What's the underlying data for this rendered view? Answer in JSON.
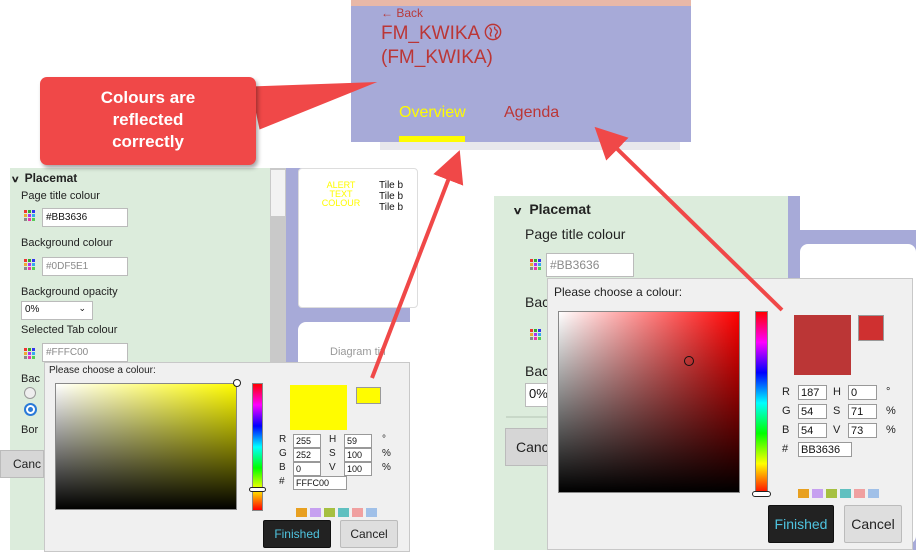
{
  "header": {
    "back_label": "← Back",
    "title_line1": "FM_KWIKA",
    "title_line2": "(FM_KWIKA)",
    "globe_icon": "globe-icon",
    "tabs": [
      {
        "label": "Overview",
        "selected": true,
        "color": "#FFFC00"
      },
      {
        "label": "Agenda",
        "selected": false,
        "color": "#BB3636"
      }
    ],
    "background_color": "#A7AAD8"
  },
  "callout": {
    "line1": "Colours are",
    "line2": "reflected",
    "line3": "correctly"
  },
  "left_panel": {
    "section_title": "Placemat",
    "page_title_label": "Page title colour",
    "page_title_value": "#BB3636",
    "background_label": "Background colour",
    "background_value": "#0DF5E1",
    "opacity_label": "Background opacity",
    "opacity_value": "0%",
    "selected_tab_label": "Selected Tab colour",
    "selected_tab_value": "#FFFC00",
    "partial_label_1": "Bac",
    "partial_label_2": "Bor",
    "cancel_partial": "Canc",
    "preview_alert_line1": "ALERT",
    "preview_alert_line2": "TEXT",
    "preview_alert_line3": "COLOUR",
    "preview_tile_1": "Tile b",
    "preview_tile_2": "Tile b",
    "preview_tile_3": "Tile b",
    "diagram_title_partial": "Diagram titl"
  },
  "left_picker": {
    "prompt": "Please choose a colour:",
    "r": "255",
    "g": "252",
    "b": "0",
    "h": "59",
    "s": "100",
    "v": "100",
    "hex": "FFFC00",
    "r_label": "R",
    "g_label": "G",
    "b_label": "B",
    "h_label": "H",
    "s_label": "S",
    "v_label": "V",
    "hash_label": "#",
    "deg_unit": "°",
    "pct_unit": "%",
    "finished_label": "Finished",
    "cancel_label": "Cancel",
    "current_color": "#FFFC00",
    "hue_color": "#FFFC00",
    "presets": [
      "#E8A020",
      "#C6A0F0",
      "#A6C040",
      "#60C0C0",
      "#F0A0A0",
      "#A0C0E8"
    ]
  },
  "right_panel": {
    "section_title": "Placemat",
    "page_title_label": "Page title colour",
    "page_title_value": "#BB3636",
    "partial_label_1": "Bac",
    "partial_label_2": "Bac",
    "opacity_partial": "0%",
    "cancel_partial": "Canc"
  },
  "right_picker": {
    "prompt": "Please choose a colour:",
    "r": "187",
    "g": "54",
    "b": "54",
    "h": "0",
    "s": "71",
    "v": "73",
    "hex": "BB3636",
    "r_label": "R",
    "g_label": "G",
    "b_label": "B",
    "h_label": "H",
    "s_label": "S",
    "v_label": "V",
    "hash_label": "#",
    "deg_unit": "°",
    "pct_unit": "%",
    "finished_label": "Finished",
    "cancel_label": "Cancel",
    "current_color": "#BB3636",
    "hue_color": "#FF0000",
    "presets": [
      "#E8A020",
      "#C6A0F0",
      "#A6C040",
      "#60C0C0",
      "#F0A0A0",
      "#A0C0E8"
    ]
  }
}
